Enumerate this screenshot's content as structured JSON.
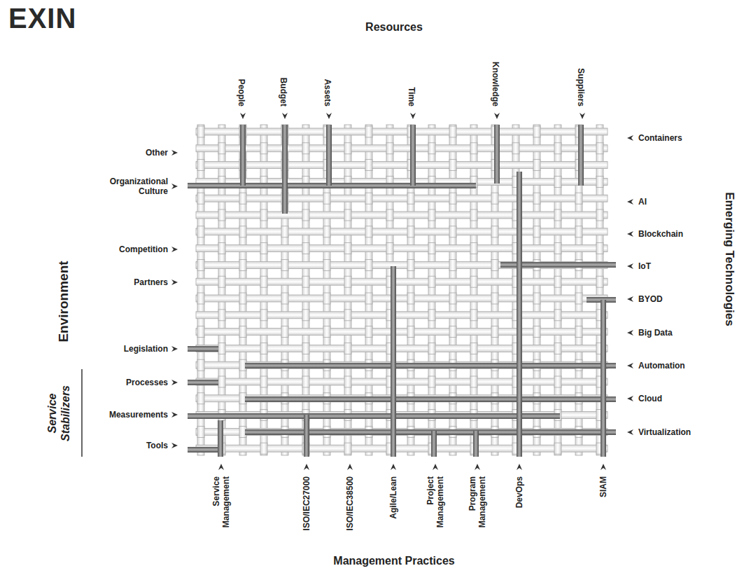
{
  "diagram": {
    "labels": [
      "EXIN",
      "Resources",
      "People",
      "Budget",
      "Assets",
      "Time",
      "Knowledge",
      "Suppliers",
      "Containers",
      "AI",
      "Blockchain",
      "IoT",
      "BYOD",
      "Big Data",
      "Automation",
      "Cloud",
      "Virtualization",
      "Emerging Technologies",
      "Other",
      "Organizational Culture",
      "Competition",
      "Partners",
      "Legislation",
      "Processes",
      "Measurements",
      "Tools",
      "Environment",
      "Service Stabilizers",
      "Service Management",
      "ISO/IEC27000",
      "ISO/IEC38500",
      "Agile/Lean",
      "Project Management",
      "Program Management",
      "DevOps",
      "SIAM",
      "Management Practices"
    ]
  }
}
